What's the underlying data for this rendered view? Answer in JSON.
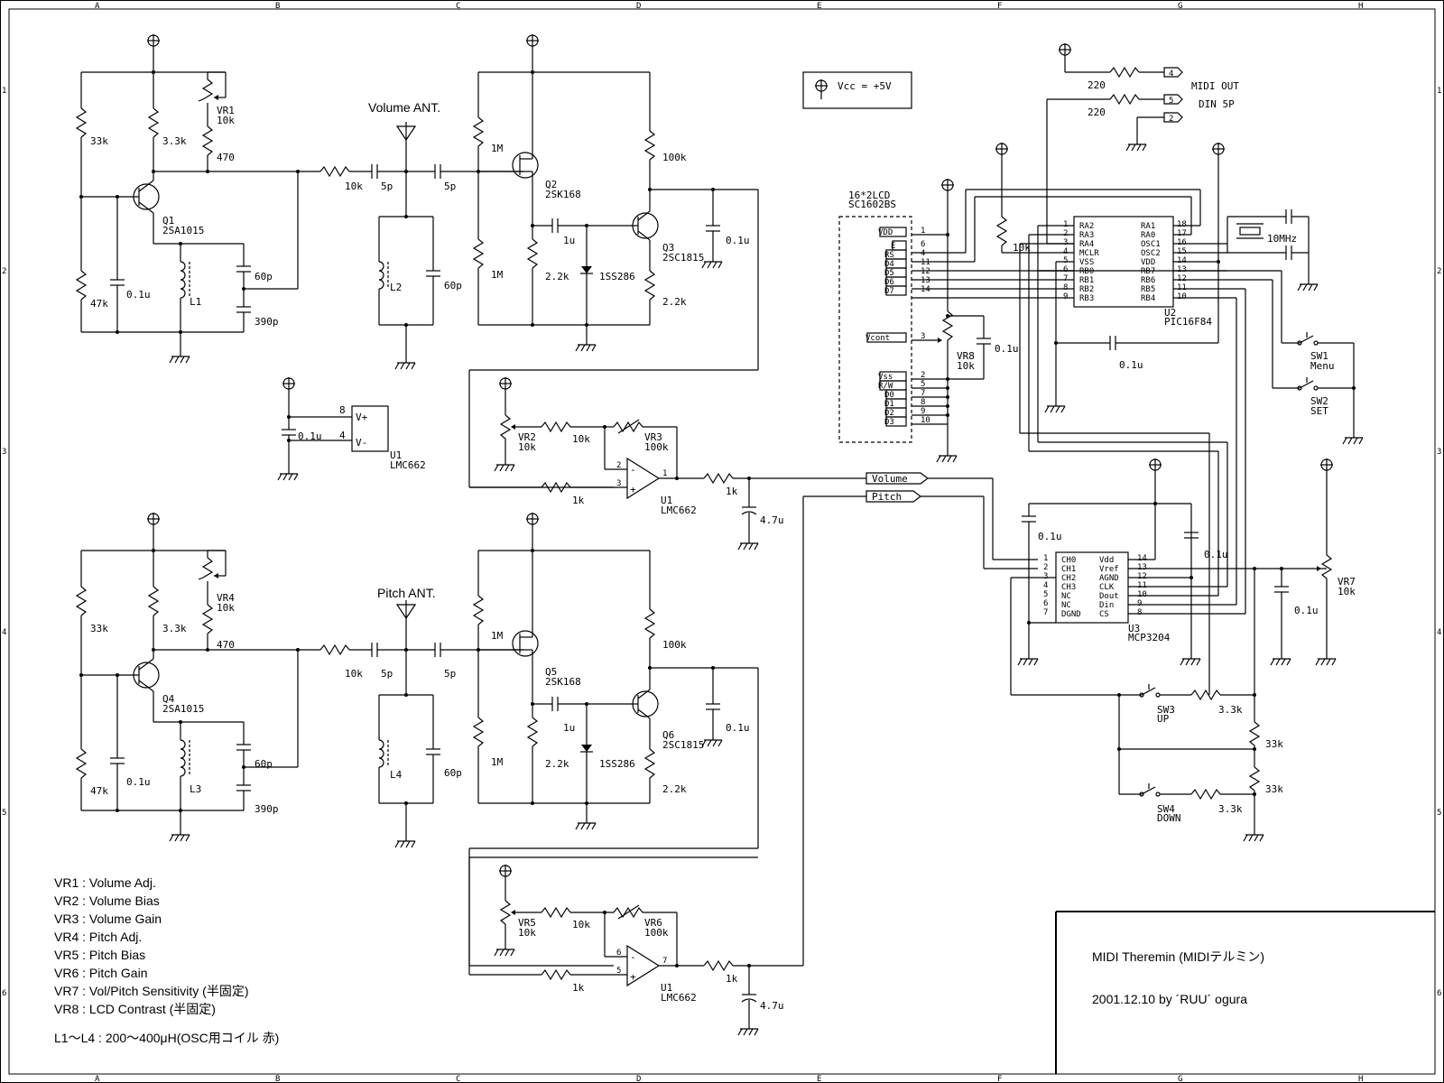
{
  "grid": {
    "cols": [
      "A",
      "B",
      "C",
      "D",
      "E",
      "F",
      "G",
      "H"
    ],
    "rows": [
      "1",
      "2",
      "3",
      "4",
      "5",
      "6"
    ]
  },
  "labels": {
    "volume_ant": "Volume ANT.",
    "pitch_ant": "Pitch ANT.",
    "vcc_legend": "Vcc = +5V",
    "midi_out": "MIDI OUT",
    "din5p": "DIN 5P",
    "lcd_title": "16*2LCD",
    "lcd_part": "SC1602BS",
    "net_volume": "Volume",
    "net_pitch": "Pitch"
  },
  "components": {
    "vr1": [
      "VR1",
      "10k"
    ],
    "vr4": [
      "VR4",
      "10k"
    ],
    "r470a": "470",
    "r470b": "470",
    "r33ka": "33k",
    "r33kb": "33k",
    "r47ka": "47k",
    "r47kb": "47k",
    "r33a": "3.3k",
    "r33b": "3.3k",
    "c01a": "0.1u",
    "c01b": "0.1u",
    "q1": [
      "Q1",
      "2SA1015"
    ],
    "q4": [
      "Q4",
      "2SA1015"
    ],
    "l1": "L1",
    "l3": "L3",
    "c60a": "60p",
    "c390a": "390p",
    "c60b": "60p",
    "c390b": "390p",
    "r10ka": "10k",
    "r10kb": "10k",
    "c5pa": "5p",
    "c5pb": "5p",
    "c5pc": "5p",
    "c5pd": "5p",
    "l2": "L2",
    "l4": "L4",
    "c60c": "60p",
    "c60d": "60p",
    "r1ma": "1M",
    "r1mb": "1M",
    "r1mc": "1M",
    "r1md": "1M",
    "q2": [
      "Q2",
      "2SK168"
    ],
    "q5": [
      "Q5",
      "2SK168"
    ],
    "c1ua": "1u",
    "c1ub": "1u",
    "r22a": "2.2k",
    "r22b": "2.2k",
    "r22c": "2.2k",
    "r22d": "2.2k",
    "d1": "1SS286",
    "d2": "1SS286",
    "r100a": "100k",
    "r100b": "100k",
    "q3": [
      "Q3",
      "2SC1815"
    ],
    "q6": [
      "Q6",
      "2SC1815"
    ],
    "c01c": "0.1u",
    "c01d": "0.1u",
    "u1a": [
      "U1",
      "LMC662"
    ],
    "c01e": "0.1u",
    "u1pin8": "8",
    "u1pin4": "4",
    "u1vp": "V+",
    "u1vm": "V-",
    "vr2": [
      "VR2",
      "10k"
    ],
    "r10kc": "10k",
    "vr3": [
      "VR3",
      "100k"
    ],
    "r1ka": "1k",
    "pin2": "2",
    "pin3": "3",
    "pin1": "1",
    "u1b": [
      "U1",
      "LMC662"
    ],
    "r1kb": "1k",
    "c47a": "4.7u",
    "vr5": [
      "VR5",
      "10k"
    ],
    "r10kd": "10k",
    "vr6": [
      "VR6",
      "100k"
    ],
    "r1kc": "1k",
    "pin6": "6",
    "pin5": "5",
    "pin7": "7",
    "u1c": [
      "U1",
      "LMC662"
    ],
    "r1kd": "1k",
    "c47b": "4.7u",
    "r220a": "220",
    "r220b": "220",
    "din4": "4",
    "din5": "5",
    "din2": "2",
    "vr8": [
      "VR8",
      "10k"
    ],
    "c01f": "0.1u",
    "r10ke": "10k",
    "u2": [
      "U2",
      "PIC16F84"
    ],
    "c01g": "0.1u",
    "xtal": "10MHz",
    "sw1": [
      "SW1",
      "Menu"
    ],
    "sw2": [
      "SW2",
      "SET"
    ],
    "u3": [
      "U3",
      "MCP3204"
    ],
    "c01h": "0.1u",
    "c01i": "0.1u",
    "c01j": "0.1u",
    "vr7": [
      "VR7",
      "10k"
    ],
    "sw3": [
      "SW3",
      "UP"
    ],
    "sw4": [
      "SW4",
      "DOWN"
    ],
    "r33c": "3.3k",
    "r33d": "3.3k",
    "r33kc": "33k",
    "r33kd": "33k"
  },
  "lcd_pins": [
    {
      "name": "VDD",
      "num": "1"
    },
    {
      "name": "E",
      "num": "6"
    },
    {
      "name": "RS",
      "num": "4"
    },
    {
      "name": "D4",
      "num": "11"
    },
    {
      "name": "D5",
      "num": "12"
    },
    {
      "name": "D6",
      "num": "13"
    },
    {
      "name": "D7",
      "num": "14"
    },
    {
      "name": "Vcont",
      "num": "3"
    },
    {
      "name": "Vss",
      "num": "2"
    },
    {
      "name": "R/W",
      "num": "5"
    },
    {
      "name": "D0",
      "num": "7"
    },
    {
      "name": "D1",
      "num": "8"
    },
    {
      "name": "D2",
      "num": "9"
    },
    {
      "name": "D3",
      "num": "10"
    }
  ],
  "pic_left": [
    {
      "name": "RA2",
      "num": "1"
    },
    {
      "name": "RA3",
      "num": "2"
    },
    {
      "name": "RA4",
      "num": "3"
    },
    {
      "name": "MCLR",
      "num": "4"
    },
    {
      "name": "VSS",
      "num": "5"
    },
    {
      "name": "RB0",
      "num": "6"
    },
    {
      "name": "RB1",
      "num": "7"
    },
    {
      "name": "RB2",
      "num": "8"
    },
    {
      "name": "RB3",
      "num": "9"
    }
  ],
  "pic_right": [
    {
      "name": "RA1",
      "num": "18"
    },
    {
      "name": "RA0",
      "num": "17"
    },
    {
      "name": "OSC1",
      "num": "16"
    },
    {
      "name": "OSC2",
      "num": "15"
    },
    {
      "name": "VDD",
      "num": "14"
    },
    {
      "name": "RB7",
      "num": "13"
    },
    {
      "name": "RB6",
      "num": "12"
    },
    {
      "name": "RB5",
      "num": "11"
    },
    {
      "name": "RB4",
      "num": "10"
    }
  ],
  "adc_left": [
    {
      "name": "CH0",
      "num": "1"
    },
    {
      "name": "CH1",
      "num": "2"
    },
    {
      "name": "CH2",
      "num": "3"
    },
    {
      "name": "CH3",
      "num": "4"
    },
    {
      "name": "NC",
      "num": "5"
    },
    {
      "name": "NC",
      "num": "6"
    },
    {
      "name": "DGND",
      "num": "7"
    }
  ],
  "adc_right": [
    {
      "name": "Vdd",
      "num": "14"
    },
    {
      "name": "Vref",
      "num": "13"
    },
    {
      "name": "AGND",
      "num": "12"
    },
    {
      "name": "CLK",
      "num": "11"
    },
    {
      "name": "Dout",
      "num": "10"
    },
    {
      "name": "Din",
      "num": "9"
    },
    {
      "name": "CS",
      "num": "8"
    }
  ],
  "notes": [
    "VR1 : Volume Adj.",
    "VR2 : Volume Bias",
    "VR3 : Volume Gain",
    "VR4 : Pitch Adj.",
    "VR5 : Pitch Bias",
    "VR6 : Pitch Gain",
    "VR7 : Vol/Pitch Sensitivity (半固定)",
    "VR8 : LCD Contrast (半固定)",
    "L1～L4 : 200～400μH(OSC用コイル 赤)"
  ],
  "title_block": {
    "title": "MIDI Theremin (MIDIテルミン)",
    "date_author": "2001.12.10  by ´RUU´ ogura"
  }
}
